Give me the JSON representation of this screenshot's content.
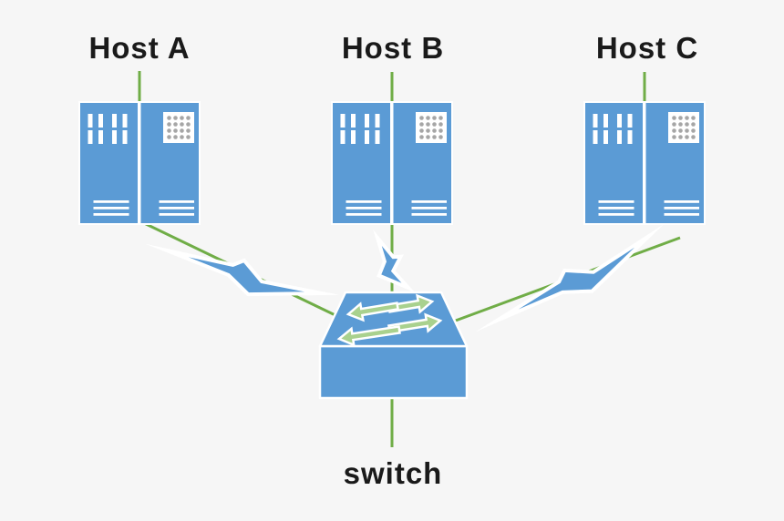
{
  "diagram": {
    "type": "network-topology",
    "nodes": [
      {
        "id": "host_a",
        "label": "Host A",
        "kind": "host",
        "icon": "server-cabinet-icon"
      },
      {
        "id": "host_b",
        "label": "Host B",
        "kind": "host",
        "icon": "server-cabinet-icon"
      },
      {
        "id": "host_c",
        "label": "Host C",
        "kind": "host",
        "icon": "server-cabinet-icon"
      },
      {
        "id": "switch",
        "label": "switch",
        "kind": "switch",
        "icon": "network-switch-icon"
      }
    ],
    "edges": [
      {
        "from": "host_a",
        "to": "switch",
        "line": "green-link-line",
        "overlay": "lightning-bolt-icon"
      },
      {
        "from": "host_b",
        "to": "switch",
        "line": "green-link-line",
        "overlay": "lightning-bolt-icon"
      },
      {
        "from": "host_c",
        "to": "switch",
        "line": "green-link-line",
        "overlay": "lightning-bolt-icon"
      }
    ],
    "switch_decoration": "four-traffic-arrows-icon"
  },
  "colors": {
    "node_blue": "#5b9bd5",
    "link_green": "#70ad47",
    "arrow_green": "#a9d18e",
    "outline_white": "#ffffff",
    "background": "#f6f6f6",
    "text": "#1a1a1a",
    "dot_gray": "#a6a6a6"
  }
}
